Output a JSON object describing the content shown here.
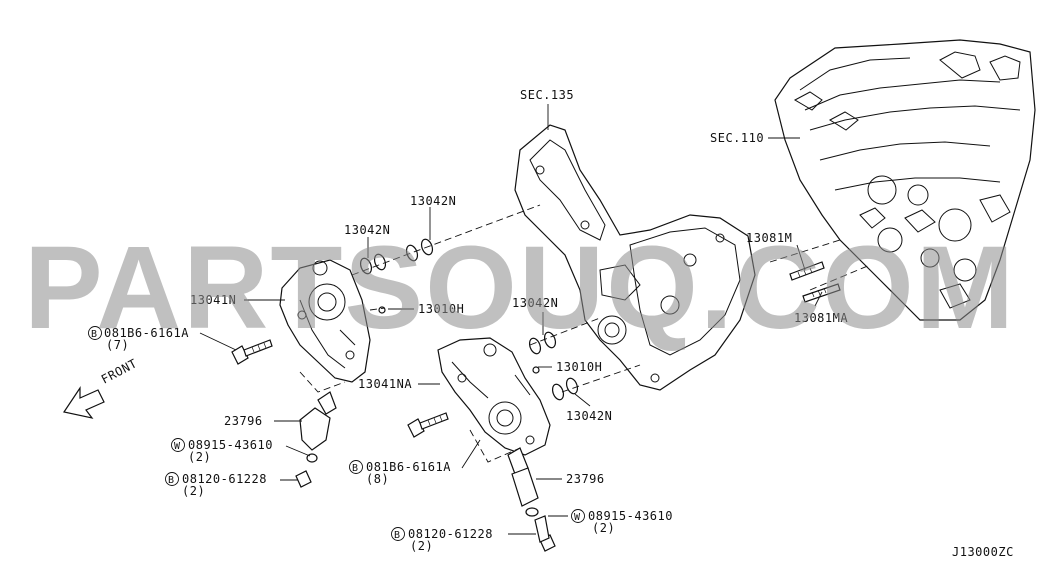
{
  "watermark": "PARTSOUQ.COM",
  "diagram_code": "J13000ZC",
  "front_label": "FRONT",
  "section_refs": [
    {
      "id": "sec135",
      "text": "SEC.135"
    },
    {
      "id": "sec110",
      "text": "SEC.110"
    }
  ],
  "parts": [
    {
      "id": "13042N-a",
      "text": "13042N"
    },
    {
      "id": "13042N-b",
      "text": "13042N"
    },
    {
      "id": "13041N",
      "text": "13041N"
    },
    {
      "id": "13010H-a",
      "text": "13010H"
    },
    {
      "id": "bolt-a",
      "prefix": "B",
      "text": "081B6-6161A",
      "qty": "(7)"
    },
    {
      "id": "23796-a",
      "text": "23796"
    },
    {
      "id": "washer-a",
      "prefix": "W",
      "text": "08915-43610",
      "qty": "(2)"
    },
    {
      "id": "bolt-b",
      "prefix": "B",
      "text": "08120-61228",
      "qty": "(2)"
    },
    {
      "id": "13042N-c",
      "text": "13042N"
    },
    {
      "id": "13010H-b",
      "text": "13010H"
    },
    {
      "id": "13041NA",
      "text": "13041NA"
    },
    {
      "id": "13042N-d",
      "text": "13042N"
    },
    {
      "id": "bolt-c",
      "prefix": "B",
      "text": "081B6-6161A",
      "qty": "(8)"
    },
    {
      "id": "23796-b",
      "text": "23796"
    },
    {
      "id": "washer-b",
      "prefix": "W",
      "text": "08915-43610",
      "qty": "(2)"
    },
    {
      "id": "bolt-d",
      "prefix": "B",
      "text": "08120-61228",
      "qty": "(2)"
    },
    {
      "id": "13081M",
      "text": "13081M"
    },
    {
      "id": "13081MA",
      "text": "13081MA"
    }
  ]
}
